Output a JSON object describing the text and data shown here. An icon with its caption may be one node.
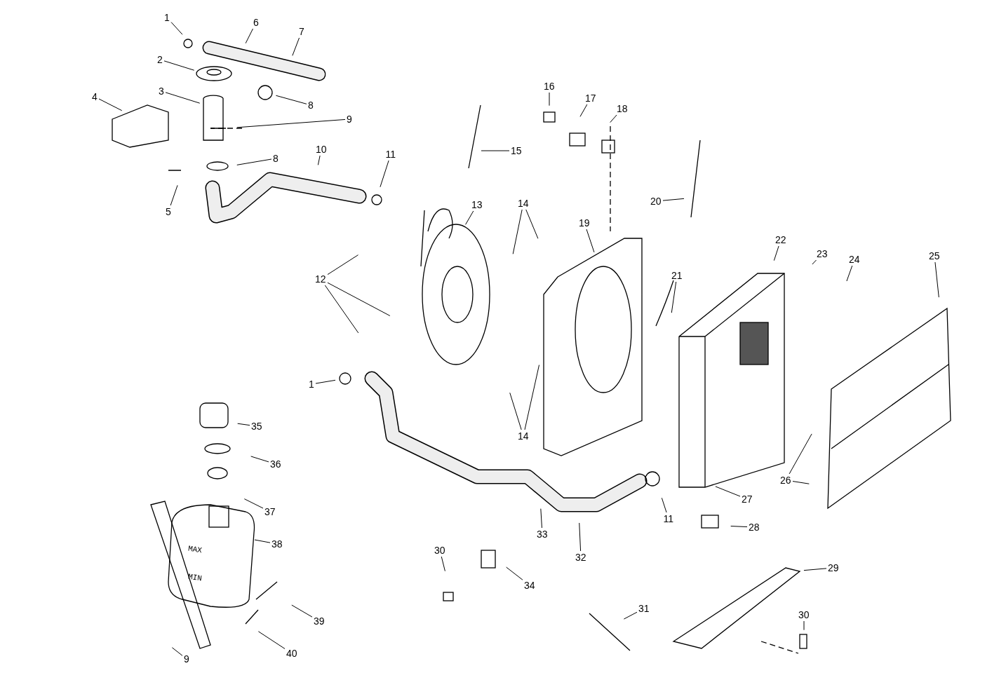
{
  "diagram": {
    "nodes": [
      {
        "text": [
          "1"
        ]
      },
      {
        "text": [
          "6"
        ]
      },
      {
        "text": [
          "7"
        ]
      },
      {
        "text": [
          "2"
        ]
      },
      {
        "text": [
          "3"
        ]
      },
      {
        "text": [
          "4"
        ]
      },
      {
        "text": [
          "8"
        ]
      },
      {
        "text": [
          "16"
        ]
      },
      {
        "text": [
          "17"
        ]
      },
      {
        "text": [
          "18"
        ]
      },
      {
        "text": [
          "9"
        ]
      },
      {
        "text": [
          "10"
        ]
      },
      {
        "text": [
          "11"
        ]
      },
      {
        "text": [
          "8"
        ]
      },
      {
        "text": [
          "15"
        ]
      },
      {
        "text": [
          "20"
        ]
      },
      {
        "text": [
          "13"
        ]
      },
      {
        "text": [
          "14"
        ]
      },
      {
        "text": [
          "5"
        ]
      },
      {
        "text": [
          "19"
        ]
      },
      {
        "text": [
          "22"
        ]
      },
      {
        "text": [
          "25"
        ]
      },
      {
        "text": [
          "23"
        ]
      },
      {
        "text": [
          "24"
        ]
      },
      {
        "text": [
          "21"
        ]
      },
      {
        "text": [
          "12"
        ]
      },
      {
        "text": [
          "1"
        ]
      },
      {
        "text": [
          "35"
        ]
      },
      {
        "text": [
          "14"
        ]
      },
      {
        "text": [
          "36"
        ]
      },
      {
        "text": [
          "26"
        ]
      },
      {
        "text": [
          "27"
        ]
      },
      {
        "text": [
          "37"
        ]
      },
      {
        "text": [
          "11"
        ]
      },
      {
        "text": [
          "28"
        ]
      },
      {
        "text": [
          "33"
        ]
      },
      {
        "text": [
          "38"
        ]
      },
      {
        "text": [
          "32"
        ]
      },
      {
        "text": [
          "29"
        ]
      },
      {
        "text": [
          "30"
        ]
      },
      {
        "text": [
          "34"
        ]
      },
      {
        "text": [
          "31"
        ]
      },
      {
        "text": [
          "39"
        ]
      },
      {
        "text": [
          "30"
        ]
      },
      {
        "text": [
          "9"
        ]
      },
      {
        "text": [
          "40"
        ]
      }
    ],
    "edges": [
      {
        "from": 0,
        "to": null,
        "arrow": "none"
      },
      {
        "from": 1,
        "to": null,
        "arrow": "none"
      },
      {
        "from": 2,
        "to": null,
        "arrow": "none"
      },
      {
        "from": 3,
        "to": null,
        "arrow": "none"
      },
      {
        "from": 4,
        "to": null,
        "arrow": "none"
      },
      {
        "from": 5,
        "to": null,
        "arrow": "none"
      },
      {
        "from": 6,
        "to": null,
        "arrow": "none"
      },
      {
        "from": 7,
        "to": null,
        "arrow": "none"
      },
      {
        "from": 8,
        "to": null,
        "arrow": "none"
      },
      {
        "from": 9,
        "to": null,
        "arrow": "none"
      },
      {
        "from": 10,
        "to": null,
        "arrow": "none"
      },
      {
        "from": 11,
        "to": null,
        "arrow": "none"
      },
      {
        "from": 12,
        "to": null,
        "arrow": "none"
      },
      {
        "from": 13,
        "to": null,
        "arrow": "none"
      },
      {
        "from": 14,
        "to": null,
        "arrow": "none"
      },
      {
        "from": 15,
        "to": null,
        "arrow": "none"
      },
      {
        "from": 16,
        "to": null,
        "arrow": "none"
      },
      {
        "from": 17,
        "to": null,
        "arrow": "none"
      },
      {
        "from": 17,
        "to": null,
        "arrow": "none"
      },
      {
        "from": 18,
        "to": null,
        "arrow": "none"
      },
      {
        "from": 19,
        "to": null,
        "arrow": "none"
      },
      {
        "from": 20,
        "to": null,
        "arrow": "none"
      },
      {
        "from": 21,
        "to": null,
        "arrow": "none"
      },
      {
        "from": 22,
        "to": null,
        "arrow": "none"
      },
      {
        "from": 23,
        "to": null,
        "arrow": "none"
      },
      {
        "from": 24,
        "to": null,
        "arrow": "none"
      },
      {
        "from": 25,
        "to": null,
        "arrow": "none"
      },
      {
        "from": 25,
        "to": null,
        "arrow": "none"
      },
      {
        "from": 25,
        "to": null,
        "arrow": "none"
      },
      {
        "from": 26,
        "to": null,
        "arrow": "none"
      },
      {
        "from": 27,
        "to": null,
        "arrow": "none"
      },
      {
        "from": 28,
        "to": null,
        "arrow": "none"
      },
      {
        "from": 28,
        "to": null,
        "arrow": "none"
      },
      {
        "from": 29,
        "to": null,
        "arrow": "none"
      },
      {
        "from": 30,
        "to": null,
        "arrow": "none"
      },
      {
        "from": 30,
        "to": null,
        "arrow": "none"
      },
      {
        "from": 31,
        "to": null,
        "arrow": "none"
      },
      {
        "from": 32,
        "to": null,
        "arrow": "none"
      },
      {
        "from": 33,
        "to": null,
        "arrow": "none"
      },
      {
        "from": 34,
        "to": null,
        "arrow": "none"
      },
      {
        "from": 35,
        "to": null,
        "arrow": "none"
      },
      {
        "from": 36,
        "to": null,
        "arrow": "none"
      },
      {
        "from": 37,
        "to": null,
        "arrow": "none"
      },
      {
        "from": 38,
        "to": null,
        "arrow": "none"
      },
      {
        "from": 39,
        "to": null,
        "arrow": "none"
      },
      {
        "from": 40,
        "to": null,
        "arrow": "none"
      },
      {
        "from": 41,
        "to": null,
        "arrow": "none"
      },
      {
        "from": 42,
        "to": null,
        "arrow": "none"
      },
      {
        "from": 43,
        "to": null,
        "arrow": "none"
      },
      {
        "from": 44,
        "to": null,
        "arrow": "none"
      },
      {
        "from": 45,
        "to": null,
        "arrow": "none"
      }
    ],
    "labels": [
      "MAX",
      "MIN"
    ]
  }
}
